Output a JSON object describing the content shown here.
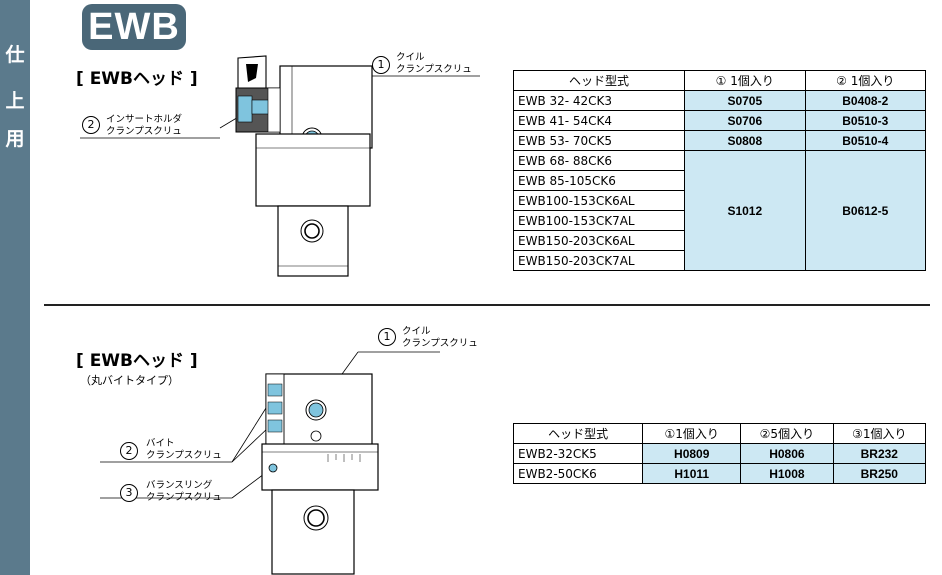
{
  "side_tab": {
    "chars": [
      "仕",
      "上",
      "用"
    ]
  },
  "badge": {
    "text": "EWB"
  },
  "section1": {
    "title": "[ EWBヘッド ]",
    "callout1": {
      "num": "1",
      "line1": "クイル",
      "line2": "クランプスクリュ"
    },
    "callout2": {
      "num": "2",
      "line1": "インサートホルダ",
      "line2": "クランプスクリュ"
    },
    "table": {
      "headers": [
        "ヘッド型式",
        "① 1個入り",
        "② 1個入り"
      ],
      "rows": [
        {
          "model": "EWB  32-  42CK3",
          "c1": "S0705",
          "c2": "B0408-2"
        },
        {
          "model": "EWB  41-  54CK4",
          "c1": "S0706",
          "c2": "B0510-3"
        },
        {
          "model": "EWB  53-  70CK5",
          "c1": "S0808",
          "c2": "B0510-4"
        },
        {
          "model": "EWB  68-  88CK6"
        },
        {
          "model": "EWB  85-105CK6"
        },
        {
          "model": "EWB100-153CK6AL"
        },
        {
          "model": "EWB100-153CK7AL"
        },
        {
          "model": "EWB150-203CK6AL"
        },
        {
          "model": "EWB150-203CK7AL"
        }
      ],
      "merged": {
        "c1": "S1012",
        "c2": "B0612-5"
      }
    }
  },
  "section2": {
    "title": "[ EWBヘッド ]",
    "subtitle": "（丸バイトタイプ）",
    "callout1": {
      "num": "1",
      "line1": "クイル",
      "line2": "クランプスクリュ"
    },
    "callout2": {
      "num": "2",
      "line1": "バイト",
      "line2": "クランプスクリュ"
    },
    "callout3": {
      "num": "3",
      "line1": "バランスリング",
      "line2": "クランプスクリュ"
    },
    "table": {
      "headers": [
        "ヘッド型式",
        "①1個入り",
        "②5個入り",
        "③1個入り"
      ],
      "rows": [
        {
          "model": "EWB2-32CK5",
          "c1": "H0809",
          "c2": "H0806",
          "c3": "BR232"
        },
        {
          "model": "EWB2-50CK6",
          "c1": "H1011",
          "c2": "H1008",
          "c3": "BR250"
        }
      ]
    }
  },
  "colors": {
    "tab": "#5b7a8c",
    "badge": "#4a6778",
    "cell": "#cde8f3",
    "part": "#7fc4de"
  }
}
